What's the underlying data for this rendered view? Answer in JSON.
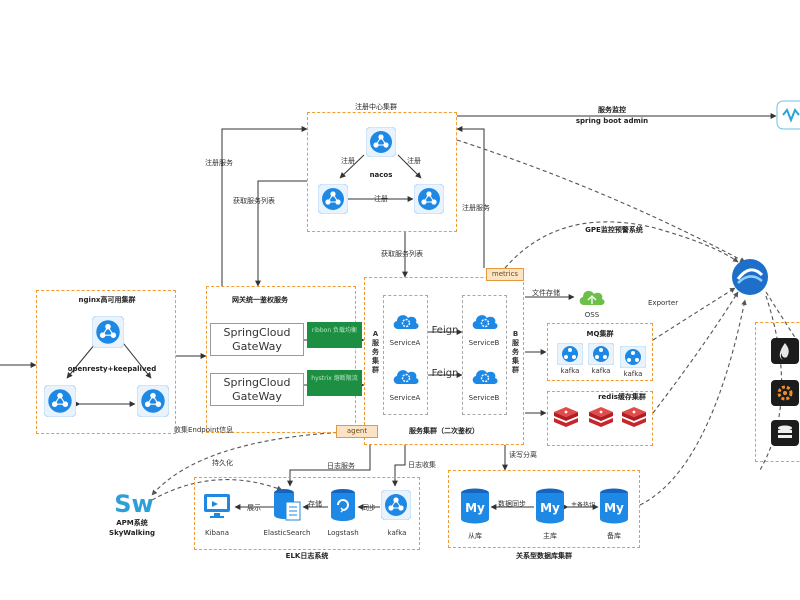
{
  "labels": {
    "registry_cluster": "注册中心集群",
    "nacos": "nacos",
    "register": "注册",
    "register_service": "注册服务",
    "fetch_service_list": "获取服务列表",
    "service_monitor": "服务监控",
    "spring_boot_admin": "spring boot admin",
    "gpe_monitor": "GPE监控预警系统",
    "exporter": "Exporter",
    "nginx_cluster": "nginx高可用集群",
    "openresty": "openresty+keepalived",
    "gateway_cluster": "网关统一鉴权服务",
    "springcloud_gateway": "SpringCloud GateWay",
    "ribbon": "ribbon 负载均衡",
    "hystrix": "hystrix 熔断限流",
    "metrics": "metrics",
    "agent": "agent",
    "service_a_cluster": "A服务集群",
    "service_b_cluster": "B服务集群",
    "service_a": "ServiceA",
    "service_b": "ServiceB",
    "feign": "Feign",
    "service_cluster_auth": "服务集群（二次鉴权）",
    "file_storage": "文件存储",
    "oss": "OSS",
    "mq_cluster": "MQ集群",
    "kafka": "kafka",
    "redis_cluster": "redis缓存集群",
    "collect_endpoint": "收集Endpoint信息",
    "persist": "持久化",
    "log_service": "日志服务",
    "log_collect": "日志收集",
    "read_write_split": "读写分离",
    "apm": "APM系统",
    "skywalking": "SkyWalking",
    "sw_logo": "Sw",
    "elk": "ELK日志系统",
    "kibana": "Kibana",
    "elasticsearch": "ElasticSearch",
    "logstash": "Logstash",
    "display": "展示",
    "store": "存储",
    "sync": "同步",
    "db_cluster": "关系型数据库集群",
    "slave": "从库",
    "master": "主库",
    "backup": "备库",
    "data_sync": "数据同步",
    "master_hot_standby": "主备热切",
    "mysql": "My"
  },
  "colors": {
    "orange_border": "#f29b2e",
    "blue": "#1e88e5",
    "green": "#1d8f43",
    "redis_red": "#d8242a",
    "arrow": "#333333"
  }
}
